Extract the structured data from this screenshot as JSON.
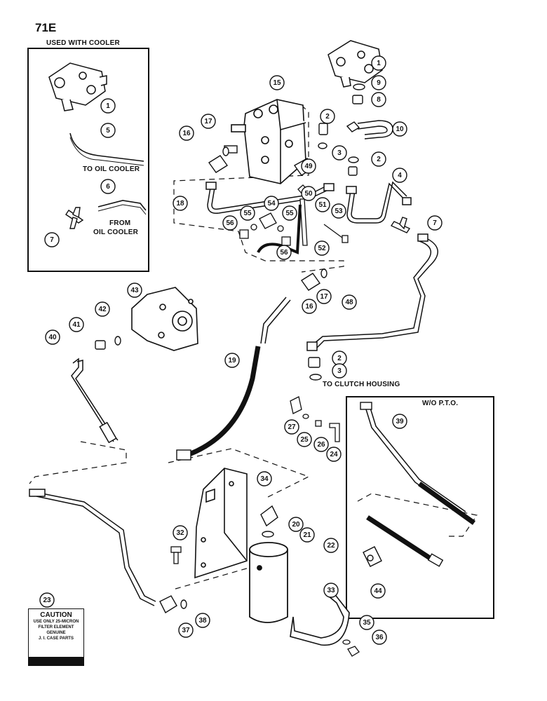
{
  "page": {
    "number": "71E"
  },
  "labels": {
    "used_with_cooler": "USED WITH COOLER",
    "to_oil_cooler": "TO OIL COOLER",
    "from_oil_cooler_1": "FROM",
    "from_oil_cooler_2": "OIL COOLER",
    "to_clutch_housing": "TO CLUTCH HOUSING",
    "wo_pto": "W/O P.T.O."
  },
  "caution_decal": {
    "title": "CAUTION",
    "lines": [
      "USE ONLY 25-MICRON",
      "FILTER ELEMENT",
      "GENUINE",
      "J. I. CASE PARTS"
    ]
  },
  "callouts": [
    "1",
    "1",
    "9",
    "8",
    "15",
    "2",
    "10",
    "17",
    "16",
    "3",
    "2",
    "49",
    "4",
    "6",
    "5",
    "7",
    "18",
    "50",
    "51",
    "54",
    "55",
    "55",
    "53",
    "56",
    "56",
    "52",
    "7",
    "16",
    "17",
    "43",
    "42",
    "41",
    "48",
    "40",
    "2",
    "3",
    "19",
    "27",
    "25",
    "26",
    "24",
    "39",
    "34",
    "20",
    "32",
    "21",
    "22",
    "33",
    "44",
    "23",
    "38",
    "37",
    "35",
    "36"
  ]
}
